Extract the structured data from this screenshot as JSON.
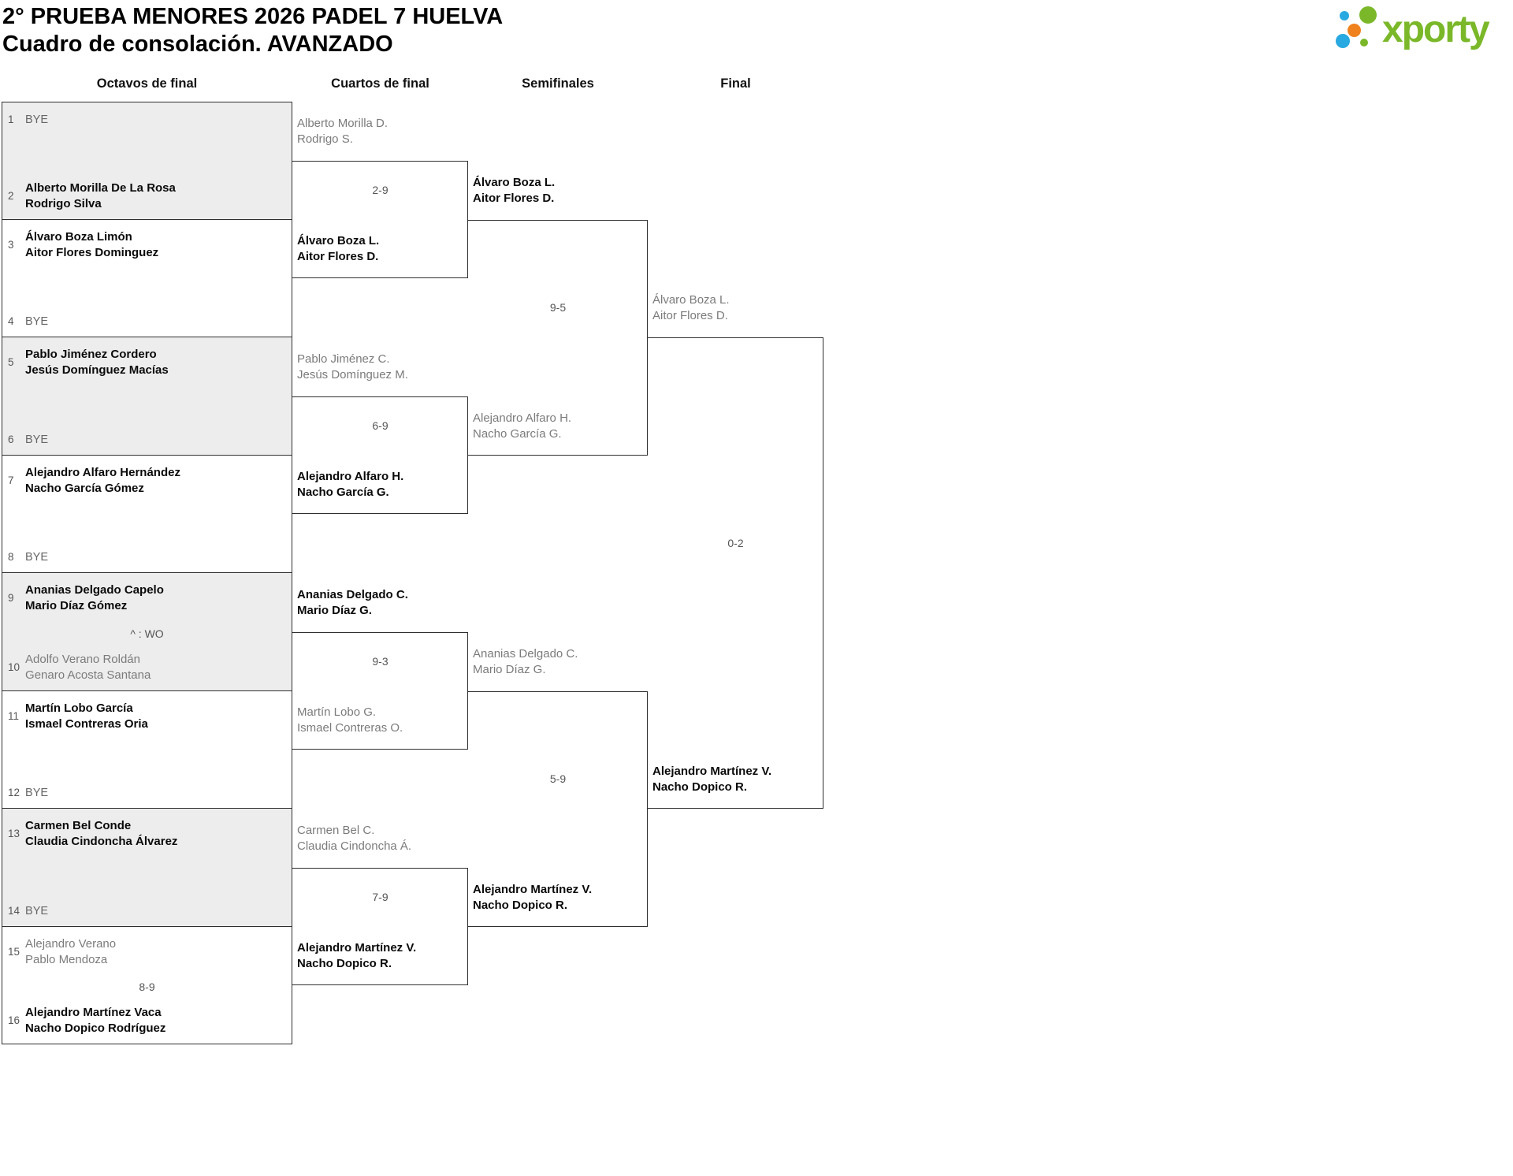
{
  "header": {
    "title": "2° PRUEBA MENORES 2026 PADEL 7 HUELVA",
    "subtitle": "Cuadro de consolación. AVANZADO"
  },
  "logo": {
    "brand": "xporty",
    "colors": {
      "green": "#7ab829",
      "blue": "#29a9e1",
      "orange": "#f0821e"
    }
  },
  "rounds": [
    "Octavos de final",
    "Cuartos de final",
    "Semifinales",
    "Final"
  ],
  "colors": {
    "border": "#2f2f2f",
    "box_fill_alt": "#ededed",
    "winner_text": "#0a0a0a",
    "muted_text": "#7b7b7b"
  },
  "octavos": {
    "slots": [
      {
        "num": "1",
        "name1": "BYE",
        "name2": "",
        "result": "bye"
      },
      {
        "num": "2",
        "name1": "Alberto Morilla De La Rosa",
        "name2": "Rodrigo Silva",
        "result": "winner"
      },
      {
        "num": "3",
        "name1": "Álvaro Boza Limón",
        "name2": "Aitor Flores Dominguez",
        "result": "winner"
      },
      {
        "num": "4",
        "name1": "BYE",
        "name2": "",
        "result": "bye"
      },
      {
        "num": "5",
        "name1": "Pablo Jiménez Cordero",
        "name2": "Jesús Domínguez Macías",
        "result": "winner"
      },
      {
        "num": "6",
        "name1": "BYE",
        "name2": "",
        "result": "bye"
      },
      {
        "num": "7",
        "name1": "Alejandro Alfaro Hernández",
        "name2": "Nacho García Gómez",
        "result": "winner"
      },
      {
        "num": "8",
        "name1": "BYE",
        "name2": "",
        "result": "bye"
      },
      {
        "num": "9",
        "name1": "Ananias Delgado Capelo",
        "name2": "Mario Díaz Gómez",
        "result": "winner"
      },
      {
        "num": "10",
        "name1": "Adolfo Verano Roldán",
        "name2": "Genaro Acosta Santana",
        "result": "loser"
      },
      {
        "num": "11",
        "name1": "Martín Lobo García",
        "name2": "Ismael Contreras Oria",
        "result": "winner"
      },
      {
        "num": "12",
        "name1": "BYE",
        "name2": "",
        "result": "bye"
      },
      {
        "num": "13",
        "name1": "Carmen Bel Conde",
        "name2": "Claudia Cindoncha Álvarez",
        "result": "winner"
      },
      {
        "num": "14",
        "name1": "BYE",
        "name2": "",
        "result": "bye"
      },
      {
        "num": "15",
        "name1": "Alejandro Verano",
        "name2": "Pablo Mendoza",
        "result": "loser"
      },
      {
        "num": "16",
        "name1": "Alejandro Martínez Vaca",
        "name2": "Nacho Dopico Rodríguez",
        "result": "winner"
      }
    ],
    "scores": [
      {
        "pair": 5,
        "text": "^ : WO"
      },
      {
        "pair": 8,
        "text": "8-9"
      }
    ]
  },
  "cuartos": [
    {
      "top": {
        "name1": "Alberto Morilla D.",
        "name2": "Rodrigo S.",
        "result": "loser"
      },
      "bottom": {
        "name1": "Álvaro Boza L.",
        "name2": "Aitor Flores D.",
        "result": "winner"
      },
      "score": "2-9"
    },
    {
      "top": {
        "name1": "Pablo Jiménez C.",
        "name2": "Jesús Domínguez M.",
        "result": "loser"
      },
      "bottom": {
        "name1": "Alejandro Alfaro H.",
        "name2": "Nacho García G.",
        "result": "winner"
      },
      "score": "6-9"
    },
    {
      "top": {
        "name1": "Ananias Delgado C.",
        "name2": "Mario Díaz G.",
        "result": "winner"
      },
      "bottom": {
        "name1": "Martín Lobo G.",
        "name2": "Ismael Contreras O.",
        "result": "loser"
      },
      "score": "9-3"
    },
    {
      "top": {
        "name1": "Carmen Bel C.",
        "name2": "Claudia Cindoncha Á.",
        "result": "loser"
      },
      "bottom": {
        "name1": "Alejandro Martínez V.",
        "name2": "Nacho Dopico R.",
        "result": "winner"
      },
      "score": "7-9"
    }
  ],
  "semifinales": [
    {
      "top": {
        "name1": "Álvaro Boza L.",
        "name2": "Aitor Flores D.",
        "result": "winner"
      },
      "bottom": {
        "name1": "Alejandro Alfaro H.",
        "name2": "Nacho García G.",
        "result": "loser"
      },
      "score": "9-5"
    },
    {
      "top": {
        "name1": "Ananias Delgado C.",
        "name2": "Mario Díaz G.",
        "result": "loser"
      },
      "bottom": {
        "name1": "Alejandro Martínez V.",
        "name2": "Nacho Dopico R.",
        "result": "winner"
      },
      "score": "5-9"
    }
  ],
  "final": {
    "top": {
      "name1": "Álvaro Boza L.",
      "name2": "Aitor Flores D.",
      "result": "loser"
    },
    "bottom": {
      "name1": "Alejandro Martínez V.",
      "name2": "Nacho Dopico R.",
      "result": "winner"
    },
    "score": "0-2"
  }
}
